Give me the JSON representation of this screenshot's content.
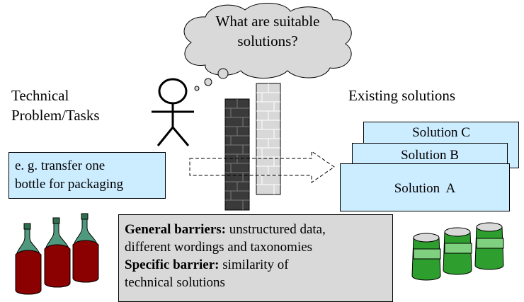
{
  "cloud": {
    "line1": "What are suitable",
    "line2": "solutions?"
  },
  "left": {
    "title_line1": "Technical",
    "title_line2": "Problem/Tasks"
  },
  "task": {
    "line1": "e. g. transfer one",
    "line2": "bottle for packaging"
  },
  "right": {
    "title": "Existing solutions"
  },
  "solutions": [
    "Solution C",
    "Solution B",
    "Solution  A"
  ],
  "barriers": {
    "general_label": "General barriers:",
    "general_text_line1": " unstructured data,",
    "general_text_line2": "different wordings and taxonomies",
    "specific_label": "Specific barrier:",
    "specific_text_line1": " similarity of",
    "specific_text_line2": "technical solutions"
  },
  "colors": {
    "box_fill": "#ccecff",
    "barrier_fill": "#d9d9d9",
    "cloud_fill": "#d9d9d9",
    "bottle_wine": "#8b0000",
    "bottle_glass": "#3f8f6f",
    "can_green": "#2e9e2e",
    "dark_wall": "#3a3a3a",
    "light_wall": "#d8d8d8"
  },
  "icons": [
    "stick-figure-icon",
    "thought-cloud-icon",
    "brick-wall-icon",
    "wine-bottle-icon",
    "soda-can-icon",
    "dashed-arrow-icon"
  ]
}
